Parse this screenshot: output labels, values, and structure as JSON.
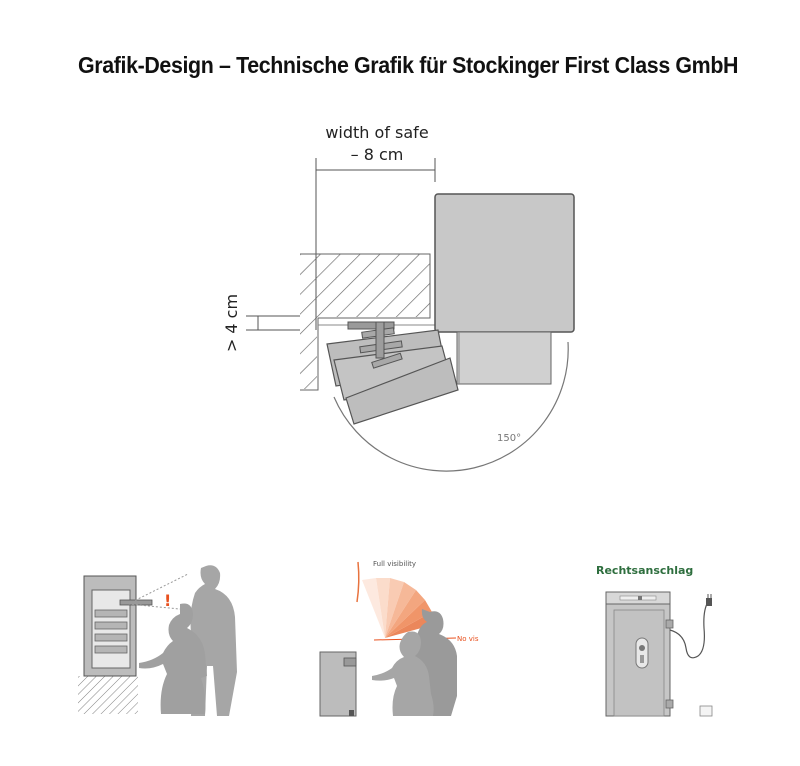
{
  "header": {
    "title": "Grafik-Design – Technische Grafik für Stockinger First Class GmbH"
  },
  "main_diagram": {
    "width_label_line1": "width of safe",
    "width_label_line2": "– 8 cm",
    "gap_label": "> 4 cm",
    "angle_label": "150°"
  },
  "thumbnails": {
    "visibility": {
      "full_label": "Full visibility",
      "no_label": "No vis"
    },
    "hinge": {
      "title": "Rechtsanschlag"
    }
  },
  "colors": {
    "safe_fill": "#c8c8c8",
    "safe_stroke": "#555555",
    "silhouette": "#a6a6a6",
    "title_green": "#2e6e3e",
    "alert": "#e8501e",
    "fan": "#f2a07a"
  }
}
